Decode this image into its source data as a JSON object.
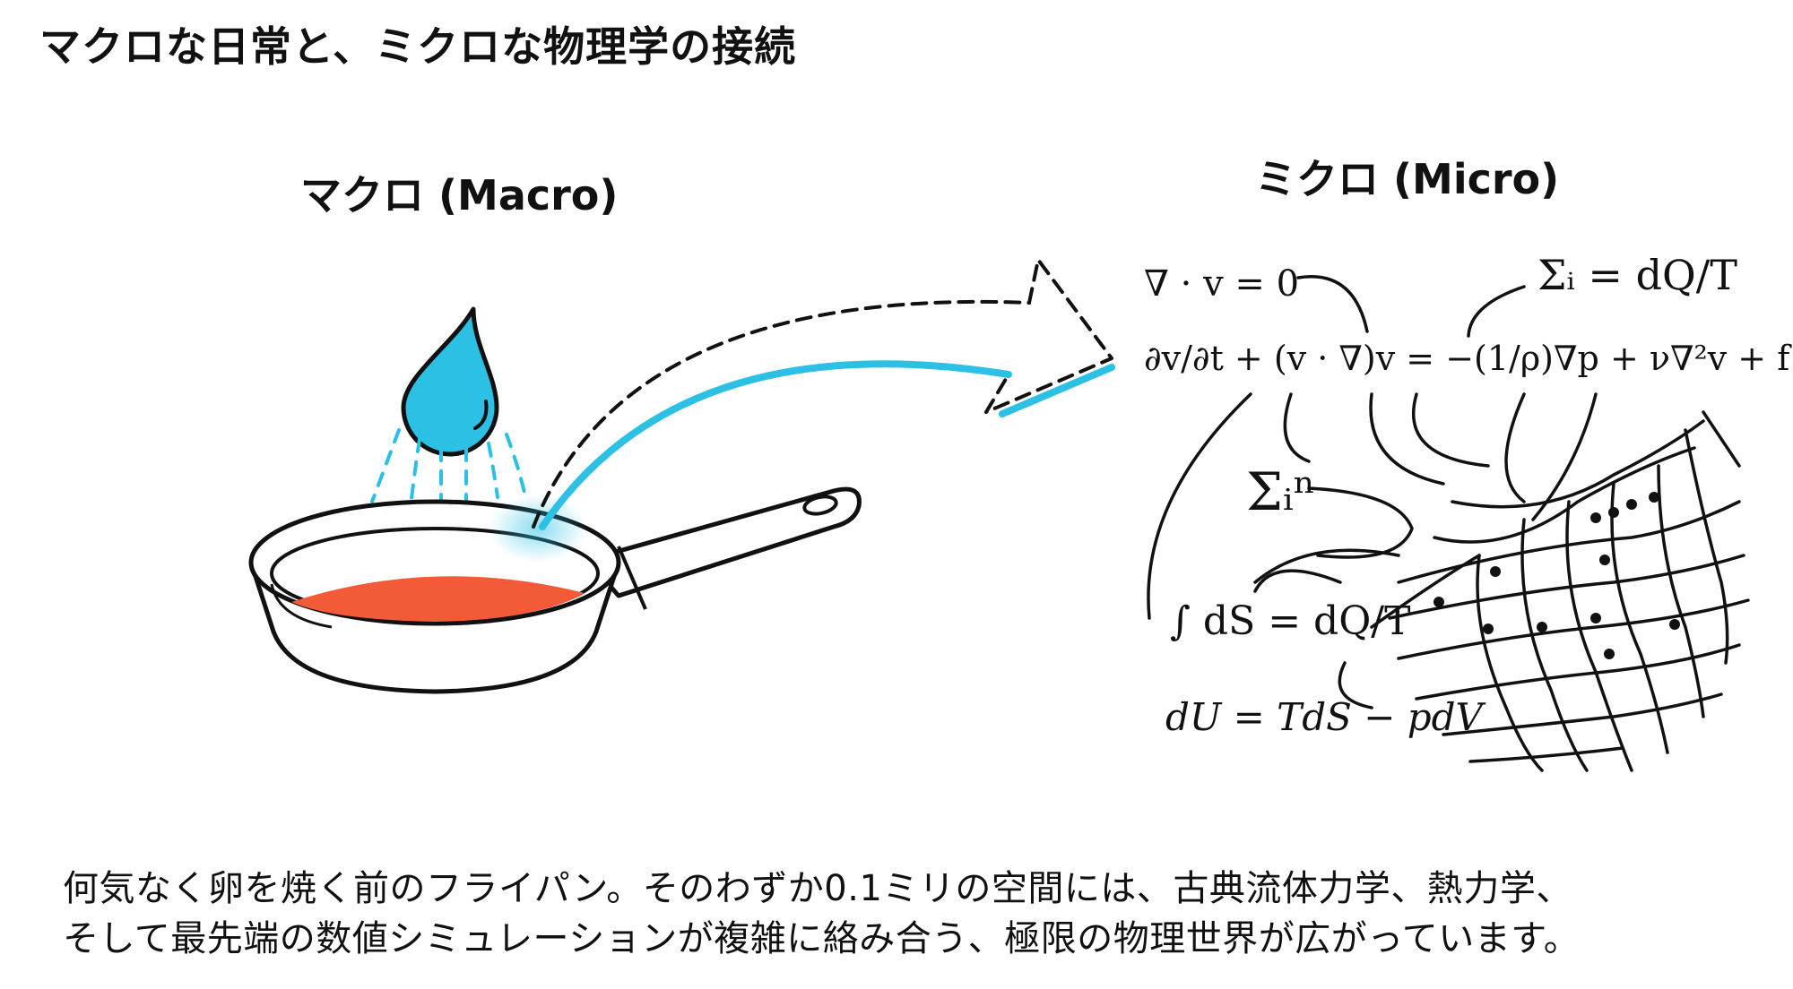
{
  "title": "マクロな日常と、ミクロな物理学の接続",
  "panels": {
    "macro_label": "マクロ (Macro)",
    "micro_label": "ミクロ (Micro)"
  },
  "equations": {
    "continuity": "∇ · v = 0",
    "navier_stokes": "∂v/∂t + (v · ∇)v = −(1/ρ)∇p + ν∇²v + f",
    "sum_dq_t": "Σᵢ = dQ/T",
    "sum_n_i": "Σᵢⁿ",
    "entropy": "∫ dS = dQ/T",
    "thermo": "dU = TdS − pdV"
  },
  "caption": {
    "line1": "何気なく卵を焼く前のフライパン。そのわずか0.1ミリの空間には、古典流体力学、熱力学、",
    "line2": "そして最先端の数値シミュレーションが複雑に絡み合う、極限の物理世界が広がっています。"
  },
  "colors": {
    "accent_cyan": "#2bc0e4",
    "pan_oil": "#f25a38",
    "ink": "#111111"
  },
  "icons": [
    "water-drop-icon",
    "frying-pan-icon",
    "curved-arrow-icon",
    "computational-mesh-icon"
  ]
}
